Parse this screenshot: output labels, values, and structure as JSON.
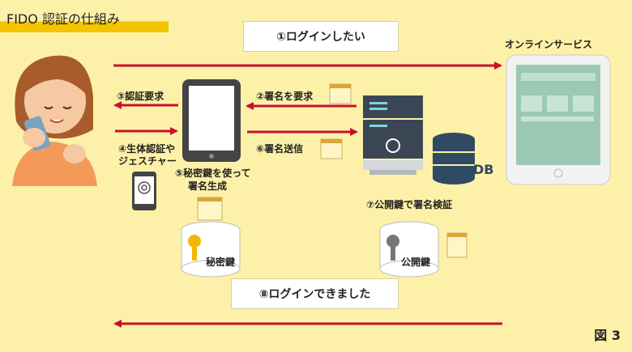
{
  "title": "FIDO 認証の仕組み",
  "service_label": "オンラインサービス",
  "callout_login": "①ログインしたい",
  "callout_done": "⑧ログインできました",
  "steps": {
    "s2": "②署名を要求",
    "s3": "③認証要求",
    "s4a": "④生体認証や",
    "s4b": "ジェスチャー",
    "s5a": "⑤秘密鍵を使って",
    "s5b": "署名生成",
    "s6": "⑥署名送信",
    "s7": "⑦公開鍵で署名検証"
  },
  "private_key_label": "秘密鍵",
  "public_key_label": "公開鍵",
  "db_label": "DB",
  "figure_label": "図 3",
  "colors": {
    "background": "#fdf1a9",
    "accent": "#f4c400",
    "arrow": "#c8102e",
    "db": "#2f4a63"
  }
}
